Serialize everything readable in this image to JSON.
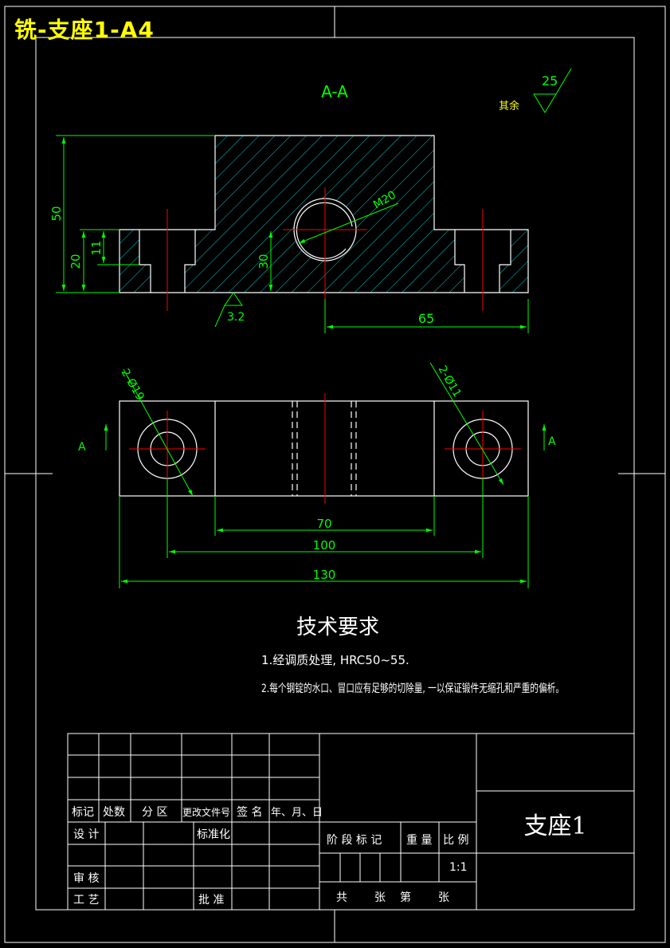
{
  "sheet_title": "铣-支座1-A4",
  "section_label": "A-A",
  "surface_finish": {
    "rest_label": "其余",
    "rest_value": "25",
    "face_value": "3.2"
  },
  "section_marker": "A",
  "dimensions": {
    "height_total": "50",
    "height_left": "20",
    "counterbore_depth": "11",
    "height_center": "30",
    "thread": "M20",
    "offset_right": "65",
    "hole_left": "2-Ø19",
    "hole_right": "2-Ø11",
    "slot_width": "70",
    "hole_spacing": "100",
    "overall_length": "130"
  },
  "tech_requirements": {
    "heading": "技术要求",
    "items": [
      "1.经调质处理, HRC50~55.",
      "2.每个钢锭的水口、冒口应有足够的切除量, 一以保证锻件无缩孔和严重的偏析。"
    ]
  },
  "title_block": {
    "headers": [
      "标记",
      "处数",
      "分 区",
      "更改文件号",
      "签 名",
      "年、月、日"
    ],
    "design": "设 计",
    "standardize": "标准化",
    "review": "审 核",
    "process": "工 艺",
    "approve": "批 准",
    "stage_mark": "阶 段 标 记",
    "weight": "重 量",
    "scale_label": "比 例",
    "scale_value": "1:1",
    "sheets_total": "共",
    "sheets_unit": "张",
    "sheet_no": "第",
    "sheet_no_unit": "张",
    "part_name": "支座1"
  },
  "colors": {
    "background": "#000000",
    "outline": "#ffffff",
    "dimension": "#00ff00",
    "hatch": "#00c8c8",
    "centerline": "#ff0000",
    "title_text": "#ffff00"
  }
}
